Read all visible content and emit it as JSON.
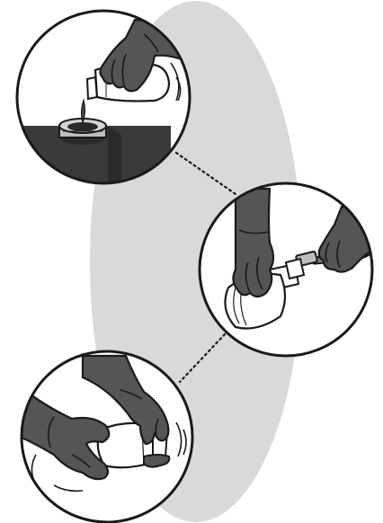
{
  "colors": {
    "background": "#ffffff",
    "backdrop_ellipse": "#d9d9d9",
    "outline": "#1a1a1a",
    "glove": "#555555",
    "glove_shadow": "#3f3f3f",
    "bottle": "#ffffff",
    "canister": "#3a3a3a",
    "cap_silver": "#b8b8b8"
  },
  "steps": [
    {
      "id": "step-1",
      "icon": "pour-into-tank-icon"
    },
    {
      "id": "step-2",
      "icon": "attach-hose-to-bottle-icon"
    },
    {
      "id": "step-3",
      "icon": "shake-bottle-icon"
    }
  ]
}
